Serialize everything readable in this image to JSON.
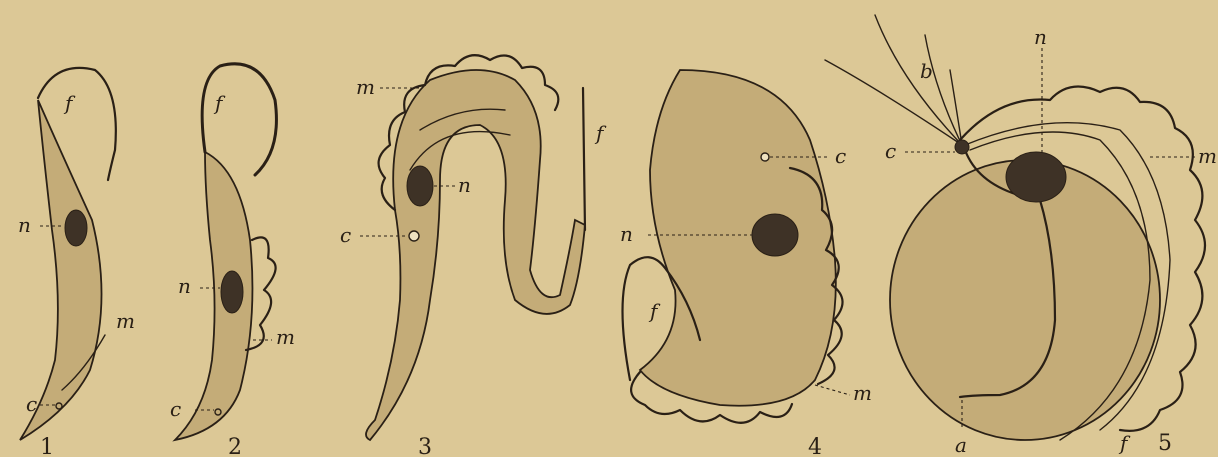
{
  "figures": [
    {
      "number": "1",
      "labels": {
        "f": "f",
        "n": "n",
        "m": "m",
        "c": "c"
      }
    },
    {
      "number": "2",
      "labels": {
        "f": "f",
        "n": "n",
        "m": "m",
        "c": "c"
      }
    },
    {
      "number": "3",
      "labels": {
        "m": "m",
        "f": "f",
        "n": "n",
        "c": "c"
      }
    },
    {
      "number": "4",
      "labels": {
        "c": "c",
        "n": "n",
        "f": "f",
        "m": "m"
      }
    },
    {
      "number": "5",
      "labels": {
        "b": "b",
        "n": "n",
        "c": "c",
        "m": "m",
        "a": "a",
        "f": "f"
      }
    }
  ],
  "colors": {
    "paper": "#dcc896",
    "ink": "#2a2016",
    "stipple": "#c4ac78"
  }
}
